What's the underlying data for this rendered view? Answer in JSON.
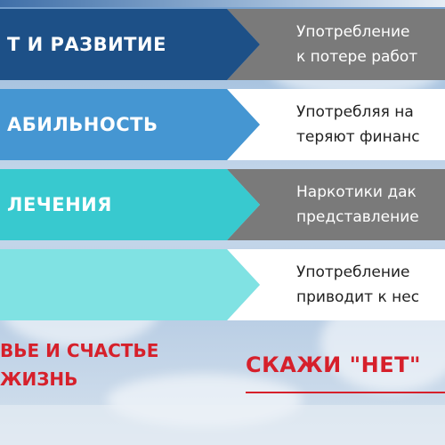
{
  "rows": [
    {
      "label": "Т И РАЗВИТИЕ",
      "text_line1": "Употребление",
      "text_line2": "к потере работ",
      "arrow_color": "#1d5087",
      "panel_color": "#7a7a7a",
      "text_color": "#ffffff"
    },
    {
      "label": "АБИЛЬНОСТЬ",
      "text_line1": "Употребляя на",
      "text_line2": "теряют финанс",
      "arrow_color": "#4596d2",
      "panel_color": "#ffffff",
      "text_color": "#222222"
    },
    {
      "label": "ЛЕЧЕНИЯ",
      "text_line1": "Наркотики дак",
      "text_line2": "представление",
      "arrow_color": "#38c9cf",
      "panel_color": "#7a7a7a",
      "text_color": "#ffffff"
    },
    {
      "label": "",
      "text_line1": "Употребление",
      "text_line2": "приводит к нес",
      "arrow_color": "#80e2e3",
      "panel_color": "#ffffff",
      "text_color": "#222222"
    }
  ],
  "bottom": {
    "left_line1": "ВЬЕ И СЧАСТЬЕ",
    "left_line2": "ЖИЗНЬ",
    "cta": "СКАЖИ \"НЕТ\""
  },
  "colors": {
    "accent_red": "#d6202b"
  }
}
